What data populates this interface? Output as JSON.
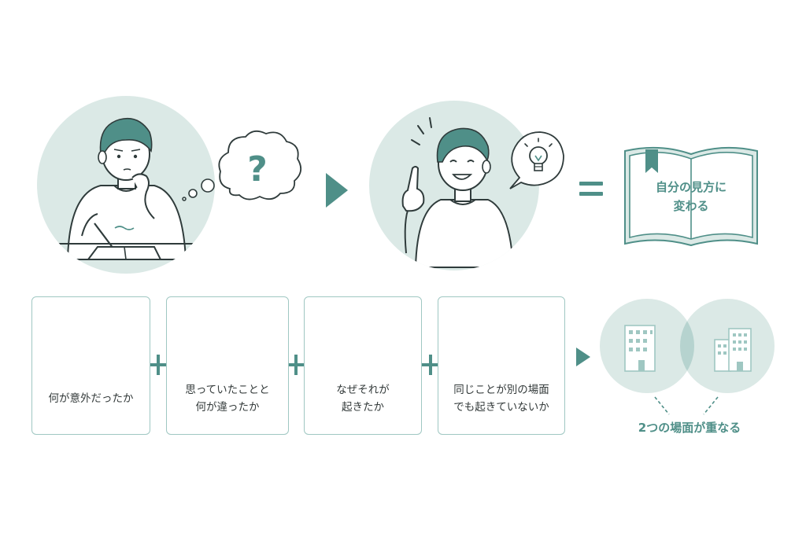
{
  "colors": {
    "teal": "#4f8f88",
    "teal_light": "#dbe9e6",
    "teal_mid": "#b6d3cf",
    "line": "#2f3b3b",
    "box_border": "#9fc7c2"
  },
  "top_row": {
    "thinking_scene": {
      "icon": "question-mark-icon"
    },
    "idea_scene": {
      "icon": "light-bulb-icon"
    },
    "book": {
      "lines": [
        "自分の見方に",
        "変わる"
      ],
      "icon": "open-book-icon"
    }
  },
  "steps": [
    {
      "icon": "magnifier-icon",
      "lines": [
        "何が意外だったか"
      ]
    },
    {
      "icon": "overlapping-circles-icon",
      "lines": [
        "思っていたことと",
        "何が違ったか"
      ]
    },
    {
      "icon": "question-mark-icon",
      "lines": [
        "なぜそれが",
        "起きたか"
      ]
    },
    {
      "icon": "buildings-arrow-icon",
      "lines": [
        "同じことが別の場面",
        "でも起きていないか"
      ]
    }
  ],
  "result": {
    "caption": "2つの場面が重なる",
    "icon": "overlapping-scenes-icon"
  }
}
